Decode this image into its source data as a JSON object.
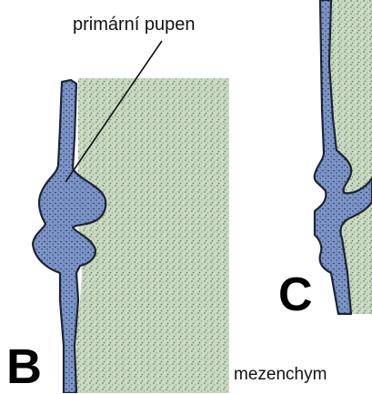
{
  "labels": {
    "primary_bud": "primární pupen",
    "mesenchyme": "mezenchym"
  },
  "panels": {
    "b": "B",
    "c": "C"
  },
  "colors": {
    "mesenchyme_fill": "#c9d8c1",
    "epithelium_fill": "#7d95c8",
    "outline": "#1c2430",
    "background": "#ffffff"
  }
}
